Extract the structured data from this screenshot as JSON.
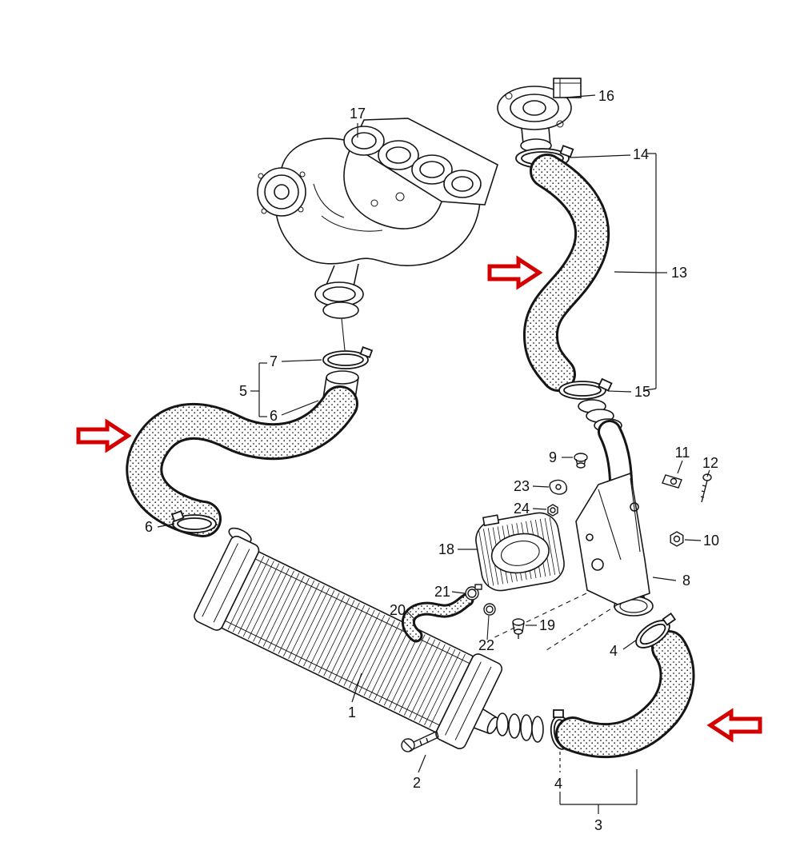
{
  "diagram": {
    "background": "#ffffff",
    "line_color": "#161616",
    "arrow_color": "#d40000",
    "speckle_color": "#2a2a2a"
  },
  "arrows": [
    {
      "name": "left-hose-arrow",
      "direction": "right"
    },
    {
      "name": "upper-right-hose-arrow",
      "direction": "right"
    },
    {
      "name": "lower-right-hose-arrow",
      "direction": "left"
    }
  ],
  "parts": {
    "p1": "1",
    "p2": "2",
    "p3": "3",
    "p4": "4",
    "p5": "5",
    "p6": "6",
    "p7": "7",
    "p8": "8",
    "p9": "9",
    "p10": "10",
    "p11": "11",
    "p12": "12",
    "p13": "13",
    "p14": "14",
    "p15": "15",
    "p16": "16",
    "p17": "17",
    "p18": "18",
    "p19": "19",
    "p20": "20",
    "p21": "21",
    "p22": "22",
    "p23": "23",
    "p24": "24"
  }
}
